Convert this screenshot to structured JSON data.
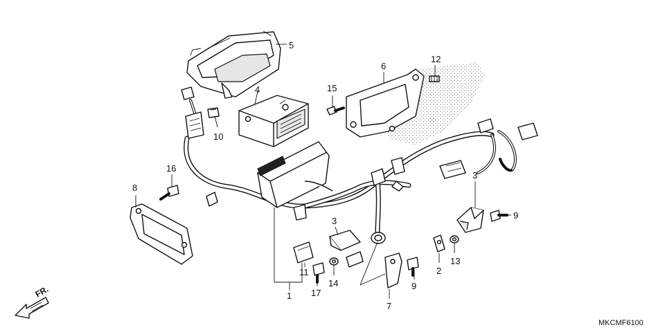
{
  "diagram": {
    "part_code": "MKCMF6100",
    "direction_label": "FR.",
    "callouts": {
      "c1": "1",
      "c2": "2",
      "c3a": "3",
      "c3b": "3",
      "c4": "4",
      "c5": "5",
      "c6": "6",
      "c7": "7",
      "c8": "8",
      "c9a": "9",
      "c9b": "9",
      "c10": "10",
      "c11": "11",
      "c12": "12",
      "c13": "13",
      "c14": "14",
      "c15": "15",
      "c16": "16",
      "c17": "17"
    }
  }
}
